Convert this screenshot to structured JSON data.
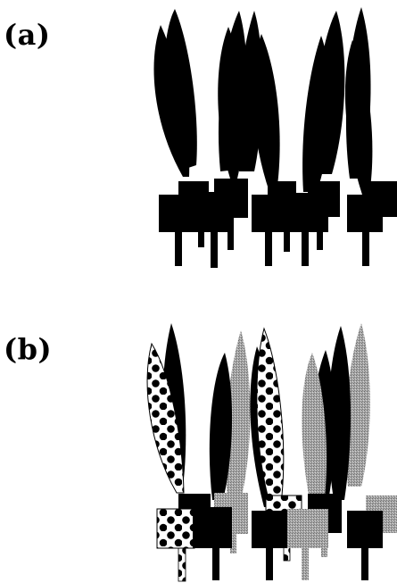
{
  "panels": [
    {
      "label": "(a)",
      "palette": "black"
    },
    {
      "label": "(b)",
      "palette": "mixed"
    }
  ],
  "colors": {
    "black": "#000000",
    "gray": "#8a8a8a",
    "white": "#ffffff"
  },
  "patterns": [
    "solid-black",
    "stippled-gray",
    "black-dots-on-white"
  ]
}
